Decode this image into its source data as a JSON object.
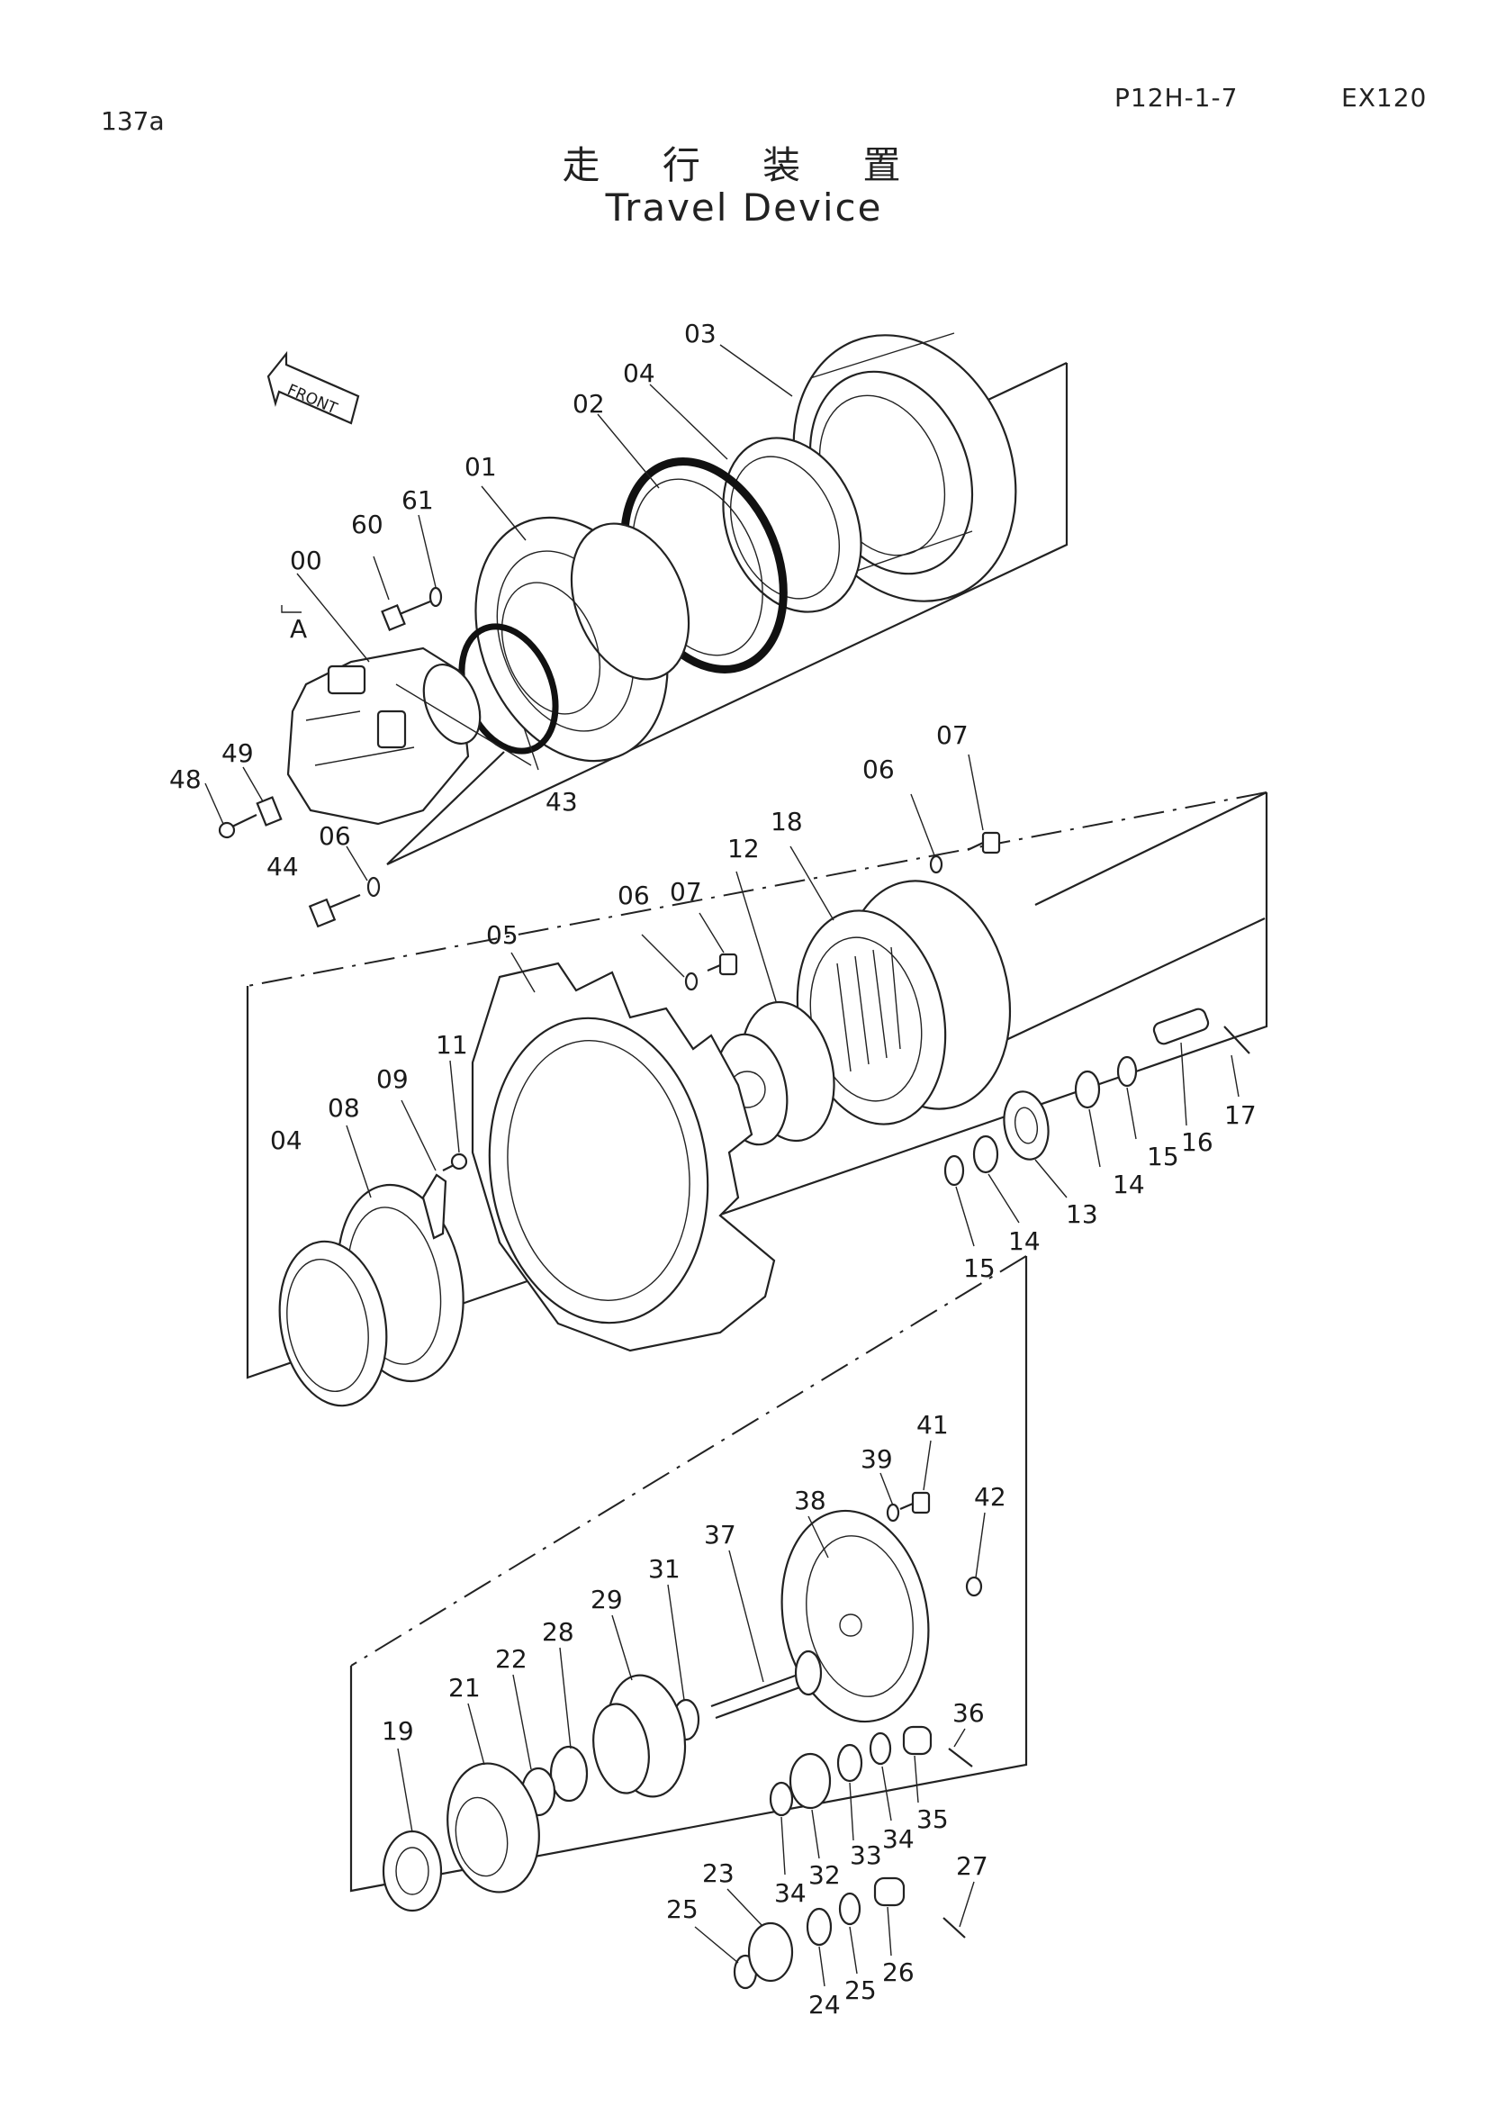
{
  "header": {
    "page_number": "137a",
    "doc_code": "P12H-1-7",
    "model": "EX120",
    "title_jp": "走 行 装 置",
    "title_en": "Travel Device"
  },
  "front_marker": "FRONT",
  "callouts": {
    "group_a": {
      "c00": "00",
      "cA": "A",
      "c01": "01",
      "c02": "02",
      "c03": "03",
      "c04": "04",
      "c60": "60",
      "c61": "61",
      "c43": "43",
      "c49": "49",
      "c48": "48",
      "c06": "06",
      "c44": "44"
    },
    "group_b": {
      "c07a": "07",
      "c06a": "06",
      "c18": "18",
      "c12": "12",
      "c07b": "07",
      "c06b": "06",
      "c05": "05",
      "c11": "11",
      "c09": "09",
      "c08": "08",
      "c04": "04",
      "c17": "17",
      "c16": "16",
      "c15a": "15",
      "c14a": "14",
      "c13": "13",
      "c14b": "14",
      "c15b": "15"
    },
    "group_c": {
      "c41": "41",
      "c39": "39",
      "c42": "42",
      "c38": "38",
      "c37": "37",
      "c31": "31",
      "c29": "29",
      "c28": "28",
      "c22": "22",
      "c21": "21",
      "c19": "19",
      "c36": "36",
      "c35": "35",
      "c34a": "34",
      "c33": "33",
      "c32": "32",
      "c34b": "34",
      "c23": "23",
      "c27": "27",
      "c25a": "25",
      "c26": "26",
      "c25b": "25",
      "c24": "24"
    }
  }
}
